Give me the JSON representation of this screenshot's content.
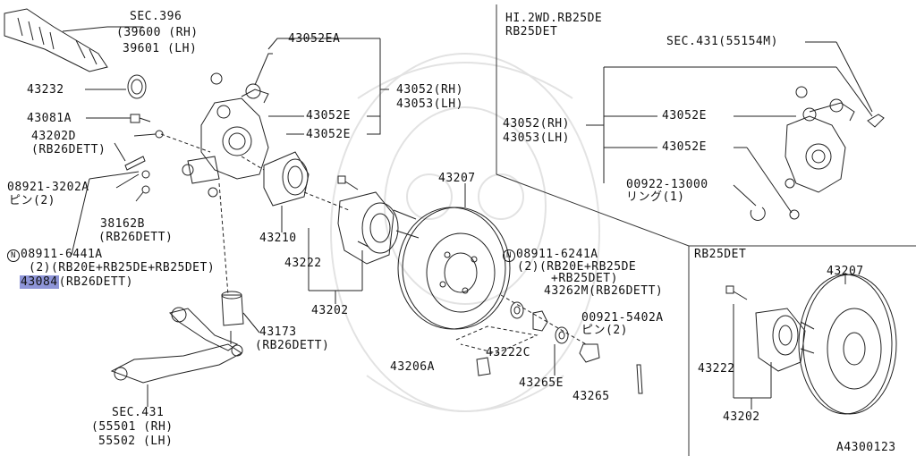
{
  "highlight_color": "#8e95d8",
  "labels": {
    "sec396": "SEC.396",
    "p39600": "(39600 (RH)",
    "p39601": "39601 (LH)",
    "p43232": "43232",
    "p43081a": "43081A",
    "p43202d": "43202D",
    "p43202d_note": "(RB26DETT)",
    "p08921_3202a": "08921-3202A",
    "p08921_note": "ピン(2)",
    "p38162b": "38162B",
    "p38162b_note": "(RB26DETT)",
    "n_symbol": "N",
    "p08911_6441a": "08911-6441A",
    "p08911_6441a_note": "(2)(RB20E+RB25DE+RB25DET)",
    "p43084": "43084",
    "p43084_note": "(RB26DETT)",
    "p43052ea": "43052EA",
    "p43052_rh": "43052(RH)",
    "p43053_lh": "43053(LH)",
    "p43052e_1": "43052E",
    "p43052e_2": "43052E",
    "p43210": "43210",
    "p43207": "43207",
    "p43222": "43222",
    "p43202": "43202",
    "p43173": "43173",
    "p43173_note": "(RB26DETT)",
    "sec431": "SEC.431",
    "p55501": "(55501 (RH)",
    "p55502": "55502 (LH)",
    "p08911_6241a": "08911-6241A",
    "p08911_6241a_n1": "(2)(RB20E+RB25DE",
    "p08911_6241a_n2": "+RB25DET)",
    "p43262m": "43262M(RB26DETT)",
    "p00921_5402a": "00921-5402A",
    "p00921_note": "ピン(2)",
    "p43222c": "43222C",
    "p43206a": "43206A",
    "p43265e": "43265E",
    "p43265": "43265",
    "inset1_title1": "HI.2WD.RB25DE",
    "inset1_title2": "RB25DET",
    "inset1_sec431": "SEC.431(55154M)",
    "inset1_43052e_a": "43052E",
    "inset1_43052_rh": "43052(RH)",
    "inset1_43053_lh": "43053(LH)",
    "inset1_43052e_b": "43052E",
    "inset1_00922": "00922-13000",
    "inset1_00922_note": "リング(1)",
    "inset2_title": "RB25DET",
    "inset2_43207": "43207",
    "inset2_43222": "43222",
    "inset2_43202": "43202",
    "figure_code": "A4300123"
  }
}
